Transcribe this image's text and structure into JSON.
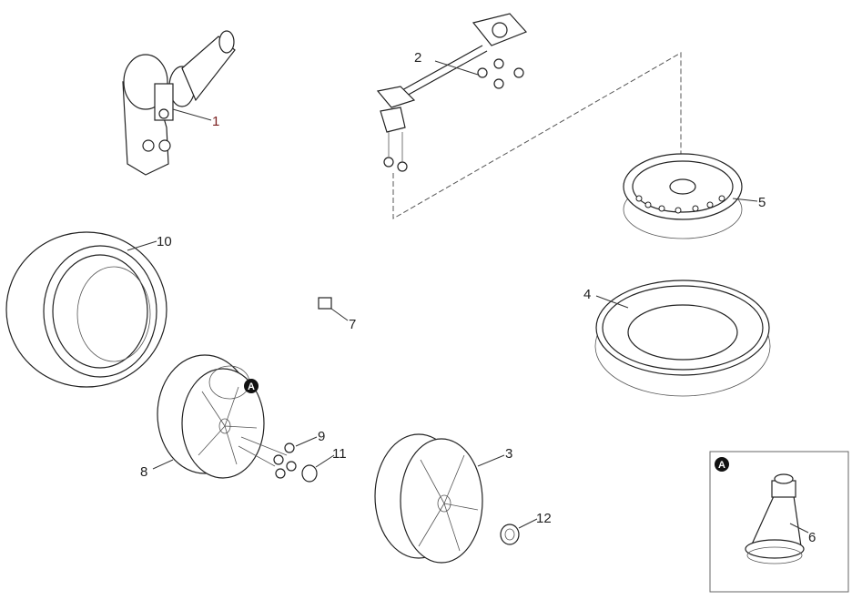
{
  "diagram": {
    "callouts": [
      {
        "id": "1",
        "label": "1"
      },
      {
        "id": "2",
        "label": "2"
      },
      {
        "id": "3",
        "label": "3"
      },
      {
        "id": "4",
        "label": "4"
      },
      {
        "id": "5",
        "label": "5"
      },
      {
        "id": "6",
        "label": "6"
      },
      {
        "id": "7",
        "label": "7"
      },
      {
        "id": "8",
        "label": "8"
      },
      {
        "id": "9",
        "label": "9"
      },
      {
        "id": "10",
        "label": "10"
      },
      {
        "id": "11",
        "label": "11"
      },
      {
        "id": "12",
        "label": "12"
      }
    ],
    "detail_marker": "A",
    "detail_box_marker": "A",
    "colors": {
      "callout_1": "#7a1f1f",
      "badge": "#111111",
      "line": "#333333"
    }
  }
}
